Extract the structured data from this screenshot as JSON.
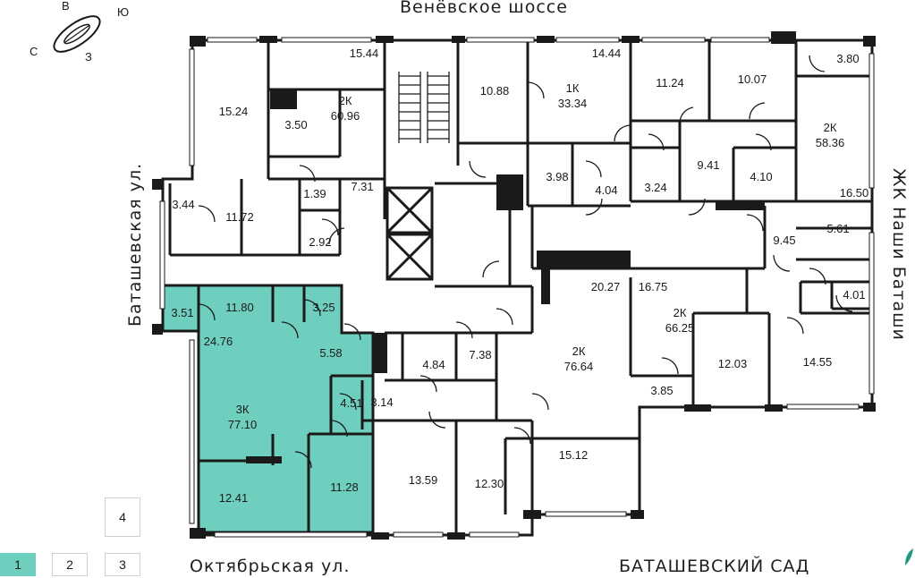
{
  "streets": {
    "top": "Венёвское шоссе",
    "left": "Баташевская ул.",
    "bottom_left": "Октябрьская ул.",
    "bottom_right": "БАТАШЕВСКИЙ САД",
    "right": "ЖК Наши Баташи"
  },
  "compass": {
    "n": "В",
    "e": "Ю",
    "s": "З",
    "w": "С"
  },
  "floors": {
    "cells": [
      "1",
      "2",
      "3",
      "4"
    ],
    "active": "1"
  },
  "colors": {
    "highlight": "#6fcfbf",
    "wall": "#1a1a1a",
    "accent": "#1d9a7d"
  },
  "apartment_labels": {
    "a2k_left": {
      "type": "2К",
      "area": "60.96"
    },
    "a1k": {
      "type": "1К",
      "area": "33.34"
    },
    "a2k_right_top": {
      "type": "2К",
      "area": "58.36"
    },
    "a3k": {
      "type": "3К",
      "area": "77.10"
    },
    "a2k_mid": {
      "type": "2К",
      "area": "76.64"
    },
    "a2k_right": {
      "type": "2К",
      "area": "66.25"
    }
  },
  "room_areas": {
    "r15_44": "15.44",
    "r15_24": "15.24",
    "r3_50": "3.50",
    "r1_39": "1.39",
    "r7_31": "7.31",
    "r2_92": "2.92",
    "r3_44": "3.44",
    "r11_72": "11.72",
    "r10_88": "10.88",
    "r14_44": "14.44",
    "r3_98": "3.98",
    "r4_04": "4.04",
    "r11_24": "11.24",
    "r10_07": "10.07",
    "r3_80": "3.80",
    "r9_41": "9.41",
    "r3_24": "3.24",
    "r4_10": "4.10",
    "r16_50": "16.50",
    "r9_45": "9.45",
    "r5_61": "5.61",
    "r4_01": "4.01",
    "r16_75": "16.75",
    "r20_27": "20.27",
    "r11_80": "11.80",
    "r3_51": "3.51",
    "r3_25": "3.25",
    "r24_76": "24.76",
    "r5_58": "5.58",
    "r4_51": "4.51",
    "r12_41": "12.41",
    "r11_28": "11.28",
    "r4_84": "4.84",
    "r7_38": "7.38",
    "r3_14": "3.14",
    "r13_59": "13.59",
    "r12_30": "12.30",
    "r15_12": "15.12",
    "r3_85": "3.85",
    "r12_03": "12.03",
    "r14_55": "14.55"
  }
}
